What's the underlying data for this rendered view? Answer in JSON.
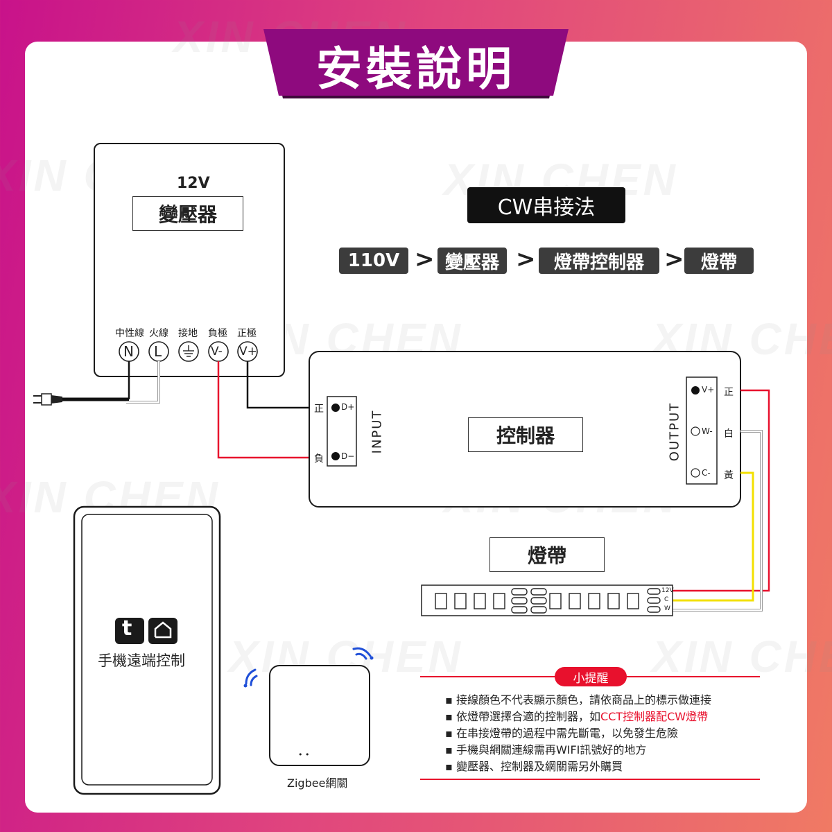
{
  "title": "安裝說明",
  "watermark_text": "XIN CHEN",
  "transformer": {
    "voltage": "12V",
    "name": "變壓器",
    "terminals": [
      {
        "label": "中性線",
        "symbol": "N"
      },
      {
        "label": "火線",
        "symbol": "L"
      },
      {
        "label": "接地",
        "symbol": "⏚"
      },
      {
        "label": "負極",
        "symbol": "V-"
      },
      {
        "label": "正極",
        "symbol": "V+"
      }
    ]
  },
  "method": {
    "title": "CW串接法",
    "steps": [
      "110V",
      "變壓器",
      "燈帶控制器",
      "燈帶"
    ],
    "arrow": ">"
  },
  "controller": {
    "name": "控制器",
    "input_label": "INPUT",
    "output_label": "OUTPUT",
    "input_pins": [
      {
        "side": "正",
        "pin": "D+"
      },
      {
        "side": "負",
        "pin": "D−"
      }
    ],
    "output_pins": [
      {
        "pin": "V+",
        "wire": "正"
      },
      {
        "pin": "W-",
        "wire": "白"
      },
      {
        "pin": "C-",
        "wire": "黃"
      }
    ]
  },
  "strip": {
    "name": "燈帶",
    "pads": [
      "12V",
      "C",
      "W"
    ]
  },
  "phone": {
    "label": "手機遠端控制",
    "app_icon_1": "t"
  },
  "gateway": {
    "label": "Zigbee網關",
    "dots": "• •"
  },
  "notes": {
    "title": "小提醒",
    "items": [
      "接線顏色不代表顯示顏色，請依商品上的標示做連接",
      "依燈帶選擇合適的控制器，如",
      "在串接燈帶的過程中需先斷電，以免發生危險",
      "手機與網關連線需再WIFI訊號好的地方",
      "變壓器、控制器及網關需另外購買"
    ],
    "item2_highlight": "CCT控制器配CW燈帶",
    "bullet": "▪"
  },
  "colors": {
    "purple": "#8e0a7e",
    "red": "#e8112d",
    "yellow": "#f3e000",
    "dark": "#1a1a1a"
  }
}
